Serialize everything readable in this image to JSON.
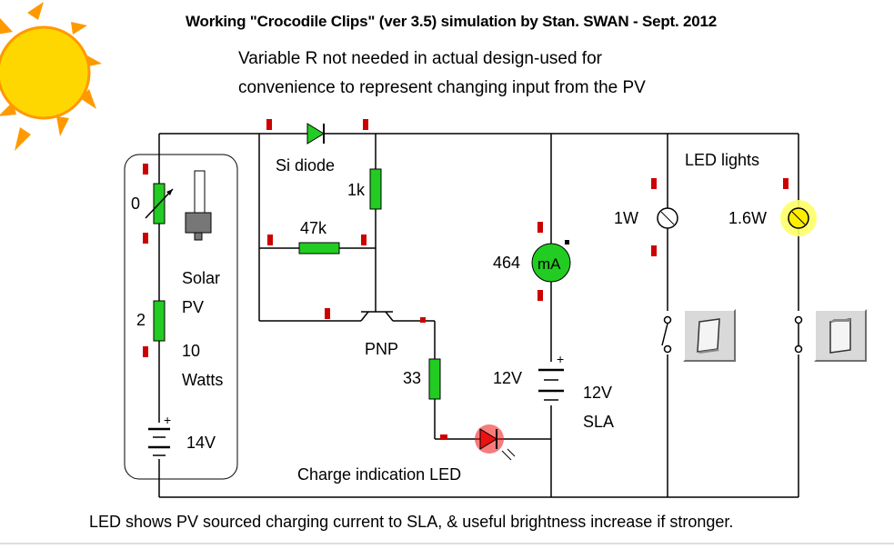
{
  "title": "Working \"Crocodile Clips\" (ver 3.5) simulation  by  Stan. SWAN - Sept. 2012",
  "note_line1": "Variable R not needed in actual design-used for",
  "note_line2": "convenience to represent changing input from the PV",
  "labels": {
    "diode": "Si diode",
    "r_1k": "1k",
    "r_47k": "47k",
    "meter_value": "464",
    "meter_unit": "mA",
    "var_r_value": "0",
    "r_pv": "2",
    "solar": "Solar",
    "pv": "PV",
    "ten": "10",
    "watts": "Watts",
    "pv_batt": "14V",
    "pnp": "PNP",
    "r_33": "33",
    "sla_left": "12V",
    "sla_right": "12V",
    "sla": "SLA",
    "led_lights": "LED lights",
    "lamp1": "1W",
    "lamp2": "1.6W",
    "charge_led": "Charge indication LED"
  },
  "footer": "LED shows PV sourced charging current to SLA, & useful brightness increase if stronger.",
  "colors": {
    "component_green": "#22cc22",
    "probe_red": "#cc0000",
    "sun_yellow": "#ffd700",
    "sun_orange": "#ff8c00",
    "lamp_glow": "#ffff66",
    "led_red": "#ee1111"
  }
}
